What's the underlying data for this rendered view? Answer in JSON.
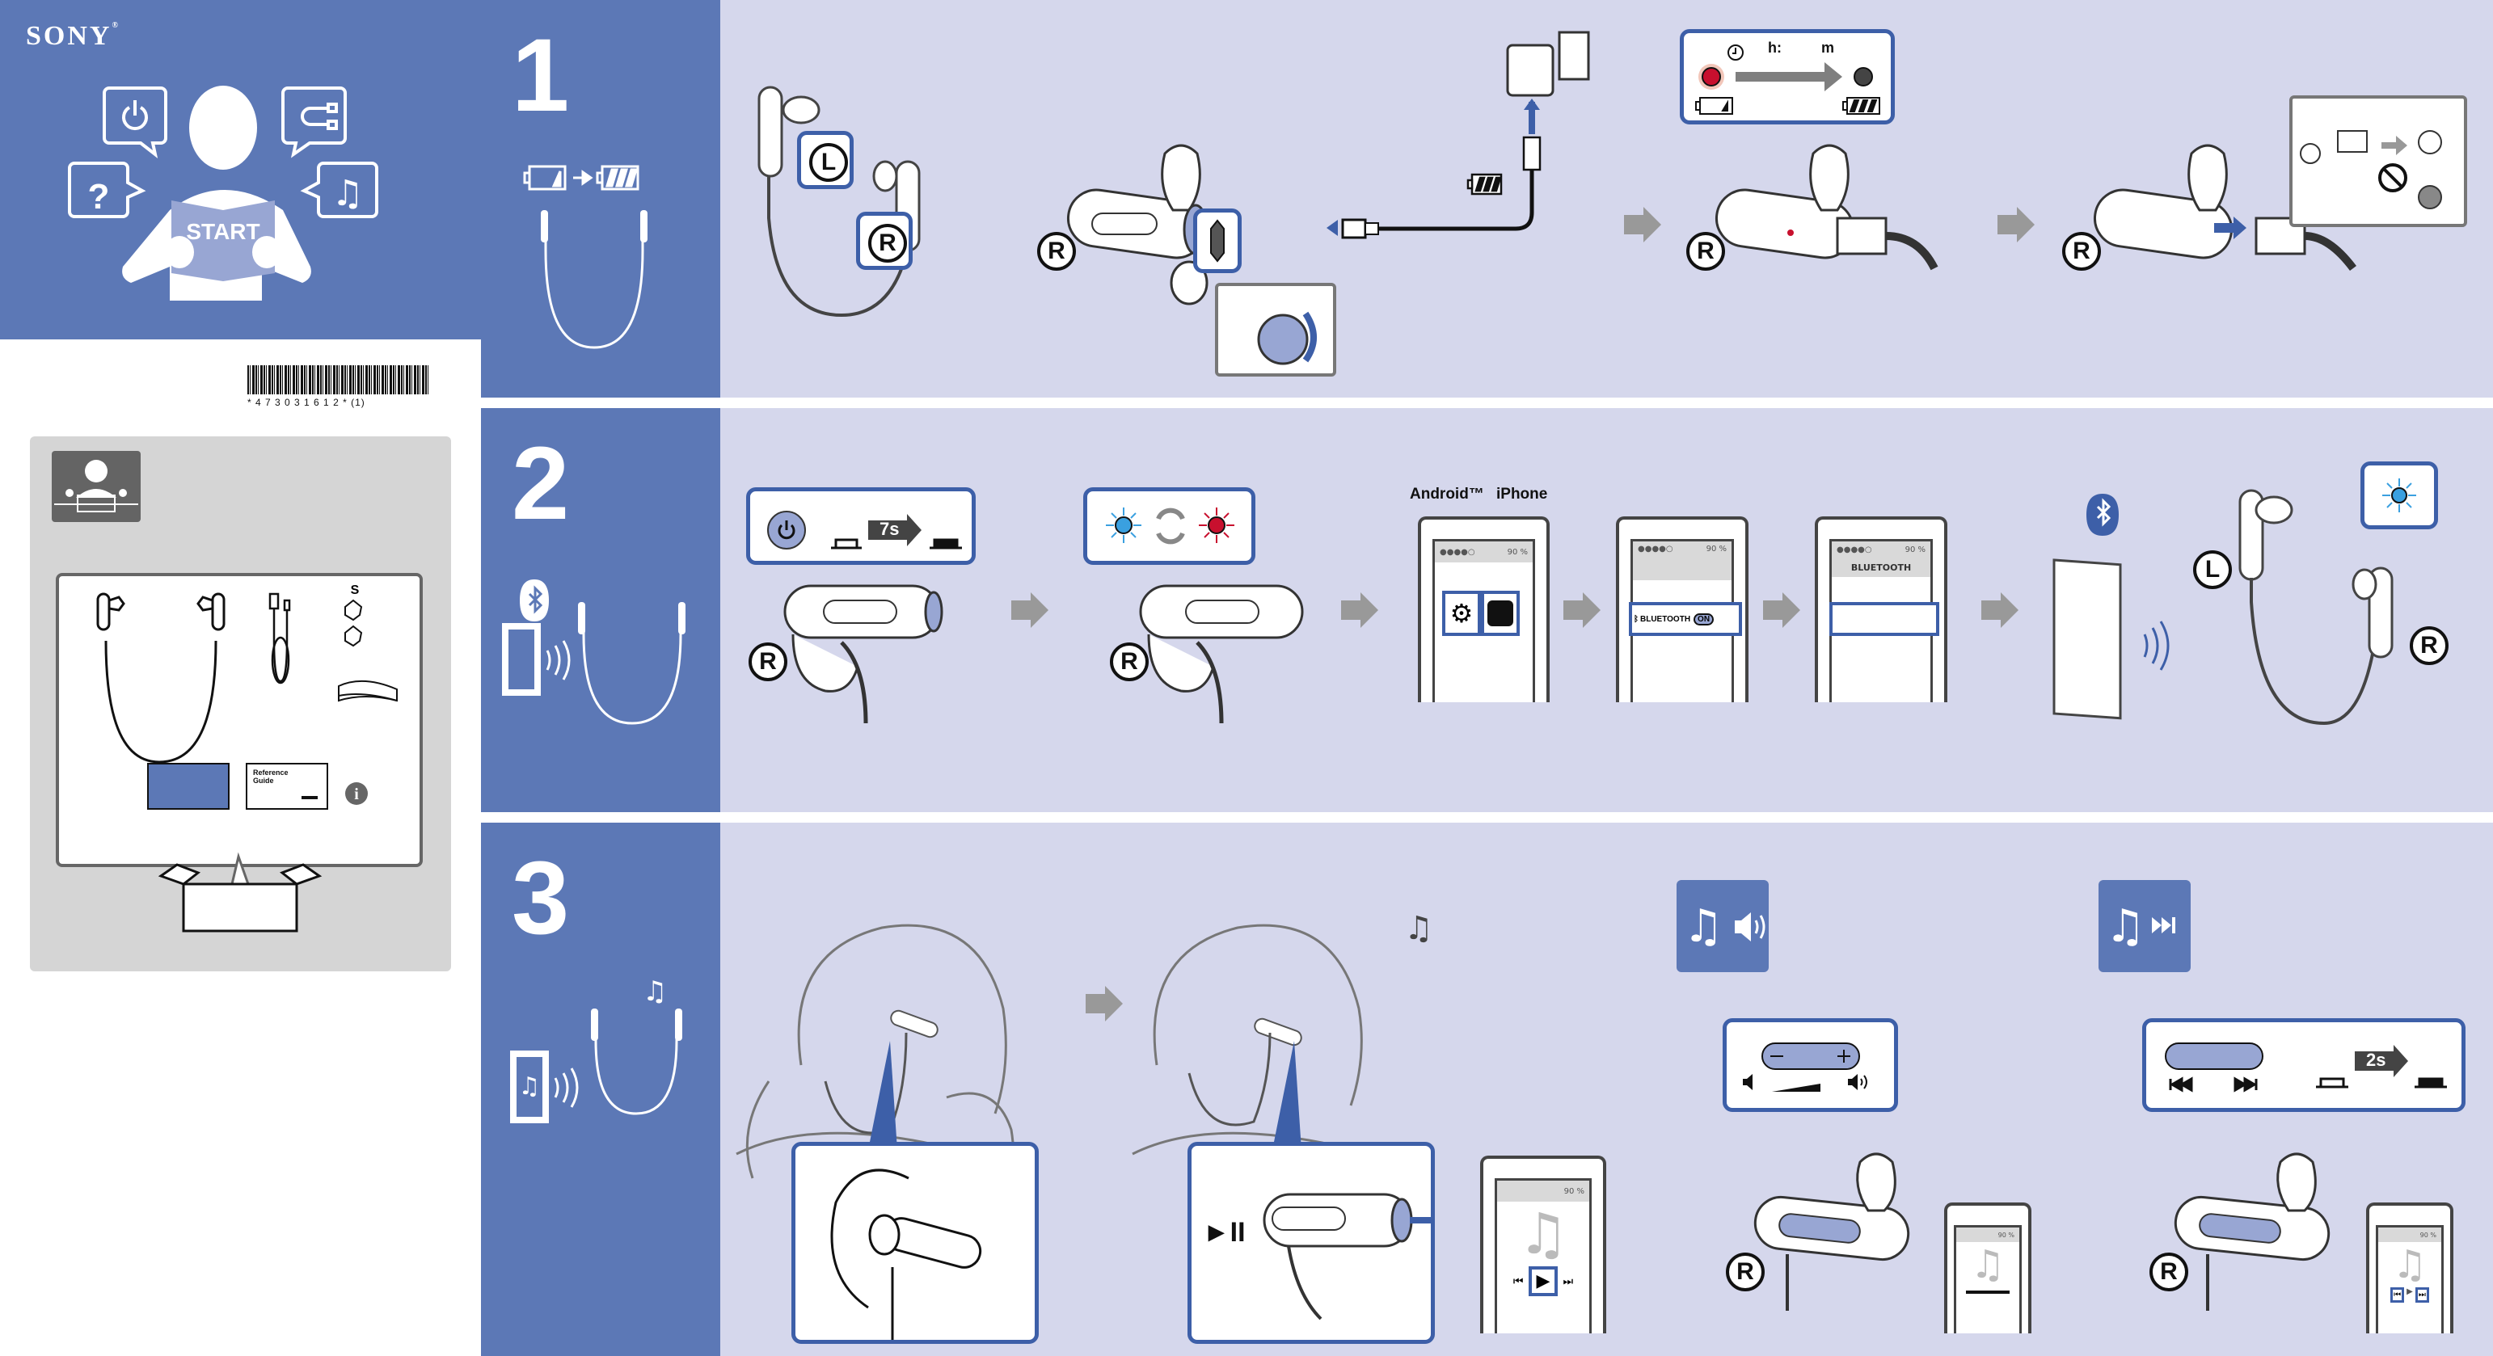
{
  "brand": {
    "logo": "SONY",
    "registered": "®"
  },
  "cover": {
    "book_label": "START"
  },
  "barcode": {
    "digits": "* 4 7 3 0 3 1 6 1 2 * ",
    "revision": "(1)"
  },
  "package_contents": {
    "size_label": "S",
    "reference_guide_title": "Reference Guide"
  },
  "colors": {
    "brand_blue": "#5c78b6",
    "panel_light": "#d5d7ec",
    "callout_border": "#3d5fa8",
    "led_red": "#c8102e",
    "led_blue": "#3aa0e0",
    "contents_gray": "#d5d5d5"
  },
  "steps": [
    {
      "number": "1",
      "side_labels": {
        "left": "L",
        "right": "R"
      },
      "charge_indicator": {
        "timer_hours": "h",
        "timer_minutes": "m",
        "separator": ":",
        "led_start": "red",
        "led_end": "off"
      },
      "icons": [
        "battery-low-icon",
        "arrow-right-icon",
        "battery-full-icon",
        "usb-cable-icon",
        "ac-adapter-icon",
        "prohibited-icon"
      ]
    },
    {
      "number": "2",
      "hold_duration": "7s",
      "os_labels": {
        "android": "Android™",
        "iphone": "iPhone"
      },
      "phone_screens": {
        "status_signal": "●●●●○",
        "status_battery": "90 %",
        "bluetooth_setting_label": "BLUETOOTH",
        "toggle_value": "ON",
        "list_title": "BLUETOOTH"
      },
      "side_labels": {
        "left": "L",
        "right": "R"
      }
    },
    {
      "number": "3",
      "play_pause_symbol": "►II",
      "volume_section": {
        "icon": "music-volume-icon"
      },
      "track_section": {
        "icon": "music-skip-icon",
        "hold_duration": "2s"
      },
      "side_label": "R",
      "phone_status_battery": "90 %"
    }
  ]
}
